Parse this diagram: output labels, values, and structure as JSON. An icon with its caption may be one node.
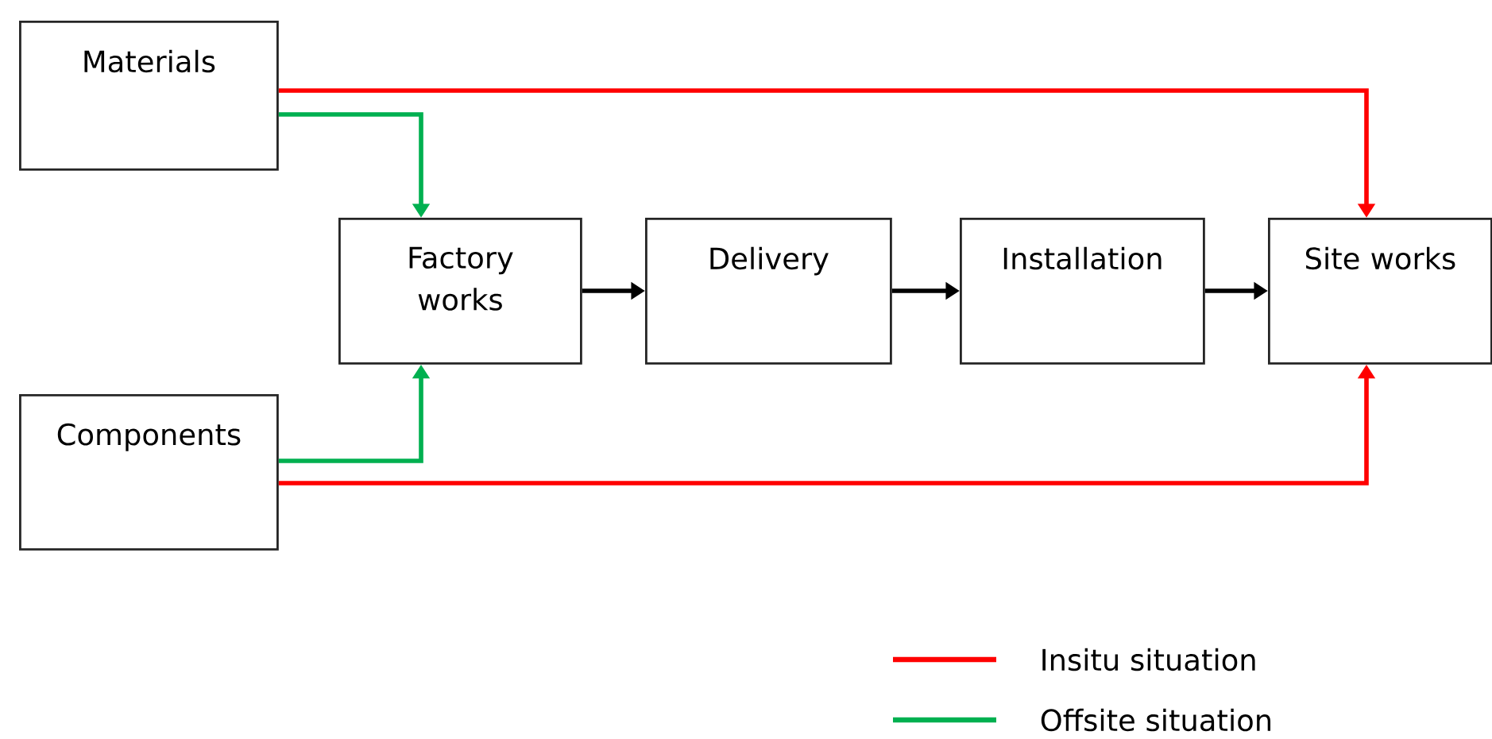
{
  "diagram": {
    "nodes": [
      {
        "text": [
          "Materials"
        ]
      },
      {
        "text": [
          "Components"
        ]
      },
      {
        "text": [
          "Factory works"
        ]
      },
      {
        "text": [
          "Delivery"
        ]
      },
      {
        "text": [
          "Installation"
        ]
      },
      {
        "text": [
          "Site works"
        ]
      }
    ],
    "edges": [
      {
        "from": 0,
        "to": 5,
        "arrow": "to",
        "color": "#ff0000"
      },
      {
        "from": 0,
        "to": 2,
        "arrow": "to",
        "color": "#00b050"
      },
      {
        "from": 1,
        "to": 2,
        "arrow": "to",
        "color": "#00b050"
      },
      {
        "from": 1,
        "to": 5,
        "arrow": "to",
        "color": "#ff0000"
      },
      {
        "from": 2,
        "to": 3,
        "arrow": "to"
      },
      {
        "from": 3,
        "to": 4,
        "arrow": "to"
      },
      {
        "from": 4,
        "to": 5,
        "arrow": "to"
      }
    ],
    "legend": [
      {
        "text": "Insitu situation"
      },
      {
        "text": "Offsite situation"
      }
    ]
  }
}
